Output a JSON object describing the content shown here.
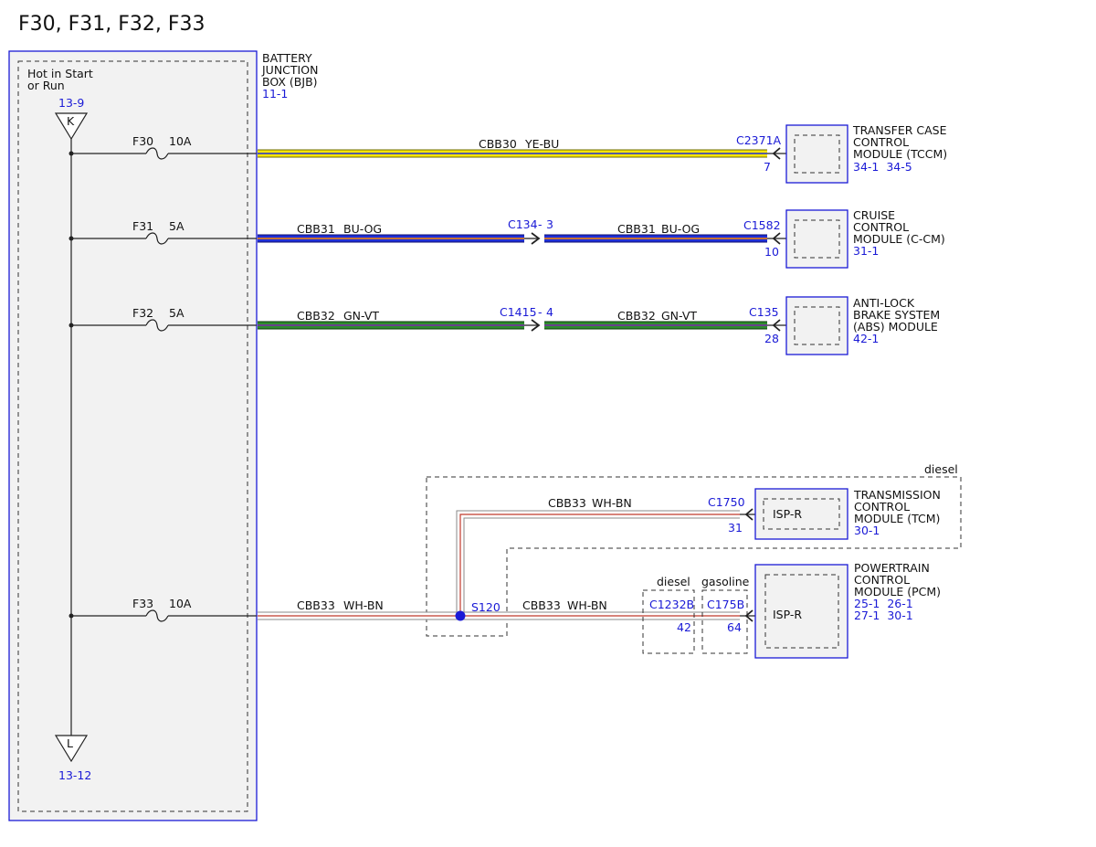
{
  "title": "F30, F31, F32, F33",
  "bjb": {
    "name_lines": [
      "BATTERY",
      "JUNCTION",
      "BOX (BJB)"
    ],
    "ref": "11-1",
    "hot_lines": [
      "Hot in Start",
      "or Run"
    ],
    "top_ref": "13-9",
    "top_letter": "K",
    "bottom_letter": "L",
    "bottom_ref": "13-12"
  },
  "circuits": [
    {
      "fuse": "F30",
      "amps": "10A",
      "wire": "CBB30",
      "color_code": "YE-BU",
      "module_connector": "C2371A",
      "module_pin": "7",
      "module_lines": [
        "TRANSFER CASE",
        "CONTROL",
        "MODULE (TCCM)"
      ],
      "module_refs": "34-1  34-5",
      "colors": [
        "#6b6b00",
        "#ffe600",
        "#1f2fd6"
      ]
    },
    {
      "fuse": "F31",
      "amps": "5A",
      "wire": "CBB31",
      "color_code": "BU-OG",
      "inline_connector": "C134",
      "inline_pin": "3",
      "wire2": "CBB31",
      "color_code2": "BU-OG",
      "module_connector": "C1582",
      "module_pin": "10",
      "module_lines": [
        "CRUISE",
        "CONTROL",
        "MODULE (C-CM)"
      ],
      "module_refs": "31-1",
      "colors": [
        "#101070",
        "#1f2fd6",
        "#ff8a00"
      ]
    },
    {
      "fuse": "F32",
      "amps": "5A",
      "wire": "CBB32",
      "color_code": "GN-VT",
      "inline_connector": "C1415",
      "inline_pin": "4",
      "wire2": "CBB32",
      "color_code2": "GN-VT",
      "module_connector": "C135",
      "module_pin": "28",
      "module_lines": [
        "ANTI-LOCK",
        "BRAKE SYSTEM",
        "(ABS) MODULE"
      ],
      "module_refs": "42-1",
      "colors": [
        "#0b3a0b",
        "#2e8b2e",
        "#7a2aa8"
      ]
    },
    {
      "fuse": "F33",
      "amps": "10A",
      "wire": "CBB33",
      "color_code": "WH-BN",
      "colors": [
        "#8a8a8a",
        "#ffffff",
        "#8b4513"
      ]
    }
  ],
  "splice": {
    "name": "S120",
    "branch_wire": "CBB33",
    "branch_color": "WH-BN",
    "main_wire": "CBB33",
    "main_color": "WH-BN"
  },
  "diesel_group": {
    "label": "diesel",
    "connector": "C1750",
    "pin": "31",
    "inner": "ISP-R",
    "module_lines": [
      "TRANSMISSION",
      "CONTROL",
      "MODULE (TCM)"
    ],
    "module_refs": "30-1"
  },
  "pcm": {
    "diesel_label": "diesel",
    "diesel_connector": "C1232B",
    "diesel_pin": "42",
    "gasoline_label": "gasoline",
    "gasoline_connector": "C175B",
    "gasoline_pin": "64",
    "inner": "ISP-R",
    "module_lines": [
      "POWERTRAIN",
      "CONTROL",
      "MODULE (PCM)"
    ],
    "module_refs_lines": [
      "25-1  26-1",
      "27-1  30-1"
    ]
  }
}
